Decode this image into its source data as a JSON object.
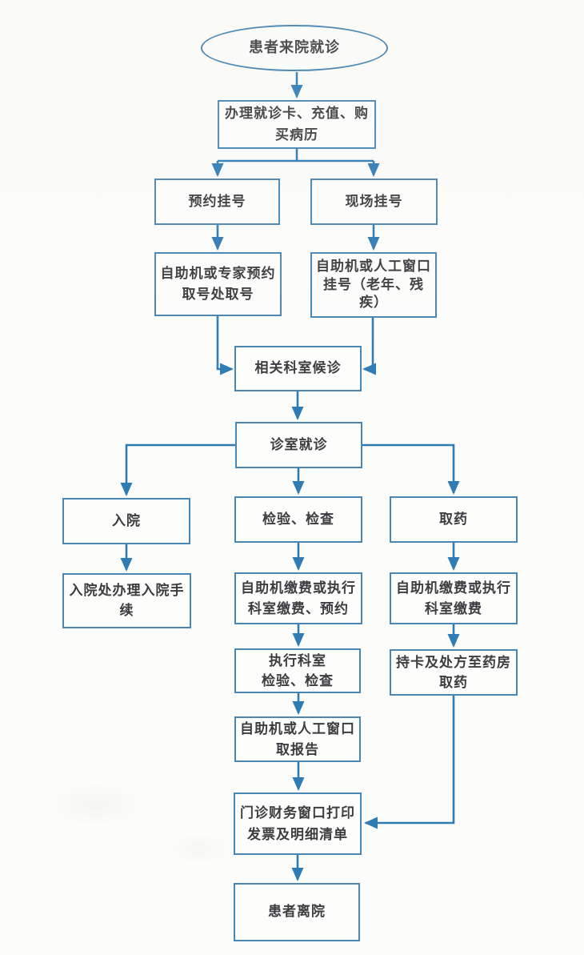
{
  "diagram": {
    "type": "flowchart",
    "colors": {
      "line": "#2f7cb5",
      "box_border": "#4886b3",
      "text": "#3c3d40",
      "background": "#fcfcfa"
    },
    "nodes": [
      {
        "id": "start",
        "shape": "ellipse",
        "label": "患者来院就诊"
      },
      {
        "id": "make-card",
        "shape": "rect",
        "label": "办理就诊卡、充值、购\n买病历"
      },
      {
        "id": "appointment-register",
        "shape": "rect",
        "label": "预约挂号"
      },
      {
        "id": "onsite-register",
        "shape": "rect",
        "label": "现场挂号"
      },
      {
        "id": "appointment-ticket",
        "shape": "rect",
        "label": "自助机或专家预约\n取号处取号"
      },
      {
        "id": "onsite-window",
        "shape": "rect",
        "label": "自助机或人工窗口\n挂号（老年、残\n疾）"
      },
      {
        "id": "dept-waiting",
        "shape": "rect",
        "label": "相关科室候诊"
      },
      {
        "id": "consult-room",
        "shape": "rect",
        "label": "诊室就诊"
      },
      {
        "id": "admission",
        "shape": "rect",
        "label": "入院"
      },
      {
        "id": "tests",
        "shape": "rect",
        "label": "检验、检查"
      },
      {
        "id": "dispense",
        "shape": "rect",
        "label": "取药"
      },
      {
        "id": "admission-procedure",
        "shape": "rect",
        "label": "入院处办理入院手\n续"
      },
      {
        "id": "pay-tests",
        "shape": "rect",
        "label": "自助机缴费或执行\n科室缴费、预约"
      },
      {
        "id": "pay-medicine",
        "shape": "rect",
        "label": "自助机缴费或执行\n科室缴费"
      },
      {
        "id": "exec-dept-tests",
        "shape": "rect",
        "label": "执行科室\n检验、检查"
      },
      {
        "id": "pharmacy-pickup",
        "shape": "rect",
        "label": "持卡及处方至药房\n取药"
      },
      {
        "id": "get-report",
        "shape": "rect",
        "label": "自助机或人工窗口\n取报告"
      },
      {
        "id": "invoice-print",
        "shape": "rect",
        "label": "门诊财务窗口打印\n发票及明细清单"
      },
      {
        "id": "leave",
        "shape": "rect",
        "label": "患者离院"
      }
    ],
    "edges": [
      {
        "from": "start",
        "to": "make-card"
      },
      {
        "from": "make-card",
        "to": "appointment-register"
      },
      {
        "from": "make-card",
        "to": "onsite-register"
      },
      {
        "from": "appointment-register",
        "to": "appointment-ticket"
      },
      {
        "from": "onsite-register",
        "to": "onsite-window"
      },
      {
        "from": "appointment-ticket",
        "to": "dept-waiting"
      },
      {
        "from": "onsite-window",
        "to": "dept-waiting"
      },
      {
        "from": "dept-waiting",
        "to": "consult-room"
      },
      {
        "from": "consult-room",
        "to": "admission"
      },
      {
        "from": "consult-room",
        "to": "tests"
      },
      {
        "from": "consult-room",
        "to": "dispense"
      },
      {
        "from": "admission",
        "to": "admission-procedure"
      },
      {
        "from": "tests",
        "to": "pay-tests"
      },
      {
        "from": "dispense",
        "to": "pay-medicine"
      },
      {
        "from": "pay-tests",
        "to": "exec-dept-tests"
      },
      {
        "from": "pay-medicine",
        "to": "pharmacy-pickup"
      },
      {
        "from": "exec-dept-tests",
        "to": "get-report"
      },
      {
        "from": "get-report",
        "to": "invoice-print"
      },
      {
        "from": "pharmacy-pickup",
        "to": "invoice-print"
      },
      {
        "from": "invoice-print",
        "to": "leave"
      }
    ]
  }
}
